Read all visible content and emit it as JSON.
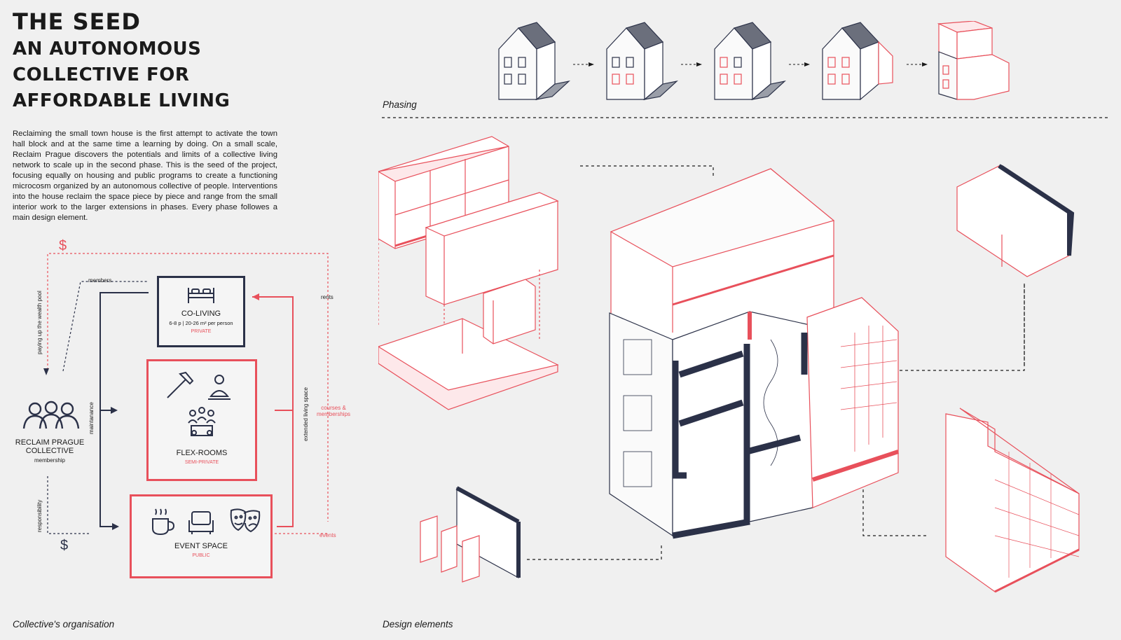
{
  "header": {
    "title": "THE SEED",
    "subtitle_lines": [
      "AN AUTONOMOUS",
      "COLLECTIVE FOR",
      "AFFORDABLE LIVING"
    ]
  },
  "intro": {
    "text": "Reclaiming the small town house is the first attempt to activate the town hall block and at the same time a learning by doing. On a small scale, Reclaim Prague discovers the potentials and limits of a collective living network to scale up in the second phase. This is the seed of the project, focusing equally on housing and public programs to create a functioning microcosm organized by an autonomous collective of people. Interventions into the house reclaim the space piece by piece and range from the small interior work to the larger extensions in phases. Every phase followes a main design element."
  },
  "organisation": {
    "caption": "Collective's organisation",
    "collective": {
      "name_line1": "RECLAIM PRAGUE",
      "name_line2": "COLLECTIVE",
      "sub": "membership"
    },
    "dollar_top": "$",
    "dollar_bottom": "$",
    "labels": {
      "members": "members",
      "paying": "paying up the wealth pool",
      "maintanance": "maintanance",
      "responsibility": "responsibility",
      "rents": "rents",
      "extended": "extended living space",
      "courses_line1": "courses &",
      "courses_line2": "memberships",
      "events": "events"
    },
    "boxes": {
      "coliving": {
        "name": "CO-LIVING",
        "sub": "6-8 p | 20-26 m² per person",
        "tag": "PRIVATE"
      },
      "flex": {
        "name": "FLEX-ROOMS",
        "tag": "SEMI-PRIVATE"
      },
      "event": {
        "name": "EVENT SPACE",
        "tag": "PUBLIC"
      }
    },
    "icons": [
      "bed-icon",
      "hammer-icon",
      "meditation-icon",
      "meeting-icon",
      "coffee-icon",
      "armchair-icon",
      "theater-masks-icon"
    ]
  },
  "phasing": {
    "caption": "Phasing"
  },
  "design": {
    "caption": "Design elements"
  },
  "colors": {
    "accent": "#e8505b",
    "navy": "#2b3148",
    "background": "#f0f0f0"
  }
}
